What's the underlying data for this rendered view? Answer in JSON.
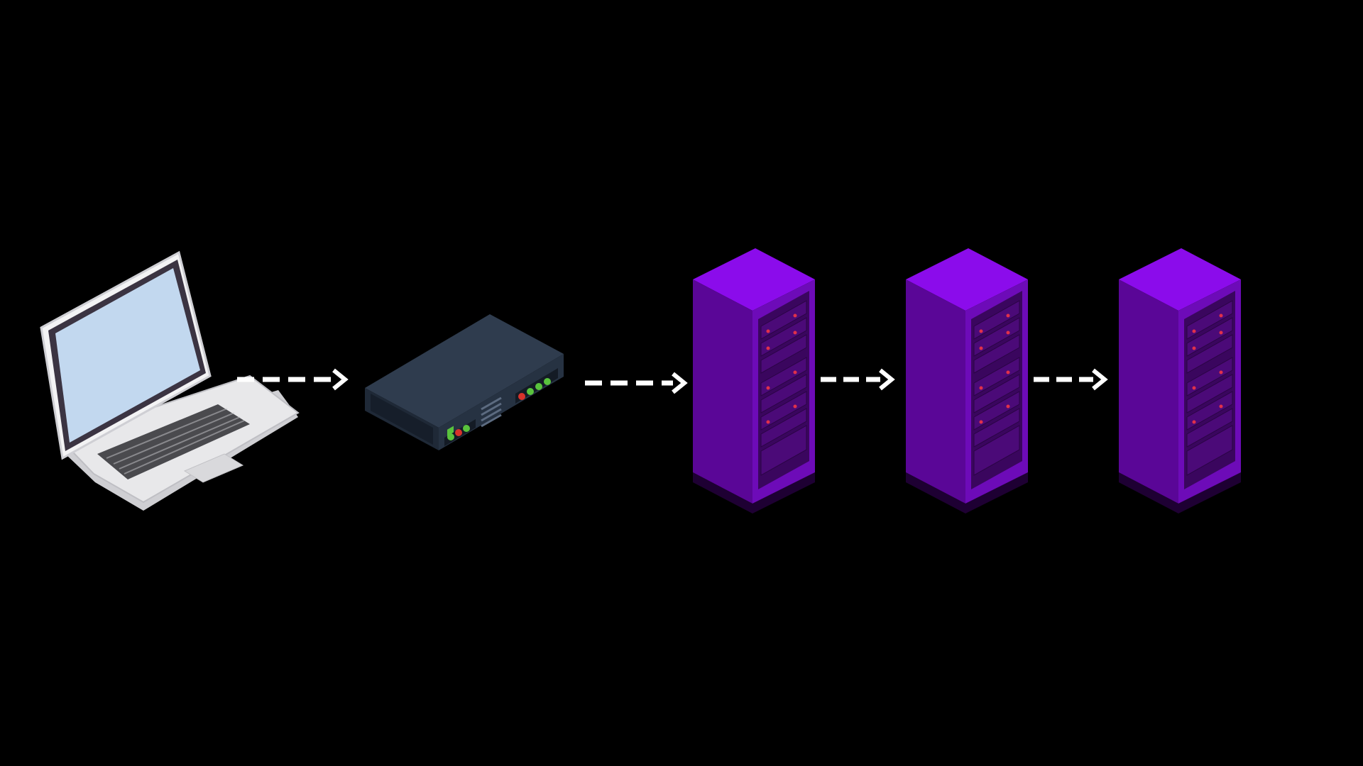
{
  "colors": {
    "background": "#000000",
    "arrow": "#ffffff",
    "laptop_body": "#e4e4e6",
    "laptop_screen": "#c2d8ef",
    "laptop_bezel": "#3b3442",
    "router_body": "#2d3a4c",
    "led_green": "#59c33d",
    "led_red": "#d8332b",
    "rack_top": "#8a0be8",
    "rack_front": "#6a0ab3",
    "rack_side": "#5a0697"
  },
  "nodes": [
    {
      "id": "laptop",
      "icon": "laptop-icon"
    },
    {
      "id": "router",
      "icon": "router-icon"
    },
    {
      "id": "server-1",
      "icon": "server-rack-icon"
    },
    {
      "id": "server-2",
      "icon": "server-rack-icon"
    },
    {
      "id": "server-3",
      "icon": "server-rack-icon"
    }
  ],
  "edges": [
    {
      "from": "laptop",
      "to": "router",
      "style": "dashed-arrow"
    },
    {
      "from": "router",
      "to": "server-1",
      "style": "dashed-arrow"
    },
    {
      "from": "server-1",
      "to": "server-2",
      "style": "dashed-arrow"
    },
    {
      "from": "server-2",
      "to": "server-3",
      "style": "dashed-arrow"
    }
  ]
}
